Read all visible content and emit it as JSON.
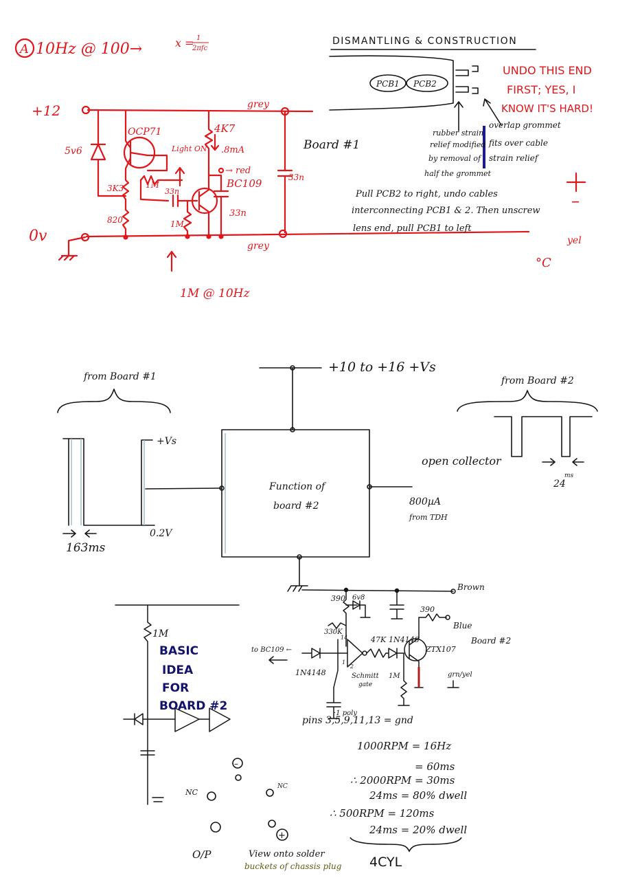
{
  "sheet1": {
    "title_marker": "A",
    "title_text": "10Hz @ 100→",
    "formula_lhs": "x =",
    "formula_num": "1",
    "formula_den": "2πfc",
    "supply_pos": "+12",
    "supply_zero": "0v",
    "zener": "5v6",
    "transistor1": "OCP71",
    "r_3k3": "3K3",
    "r_820": "820",
    "r_1m_a": "1M",
    "c_33n_a": "33n",
    "r_1m_b": "1M",
    "light_label": "Light ON",
    "r_4k7": "4K7",
    "current": ".8mA",
    "to_red": "→ red",
    "transistor2": "BC109",
    "c_33n_b": "33n",
    "c_33n_c": "33n",
    "wire_grey_top": "grey",
    "wire_grey_bottom": "grey",
    "board": "Board #1",
    "bottom_note": "1M @ 10Hz"
  },
  "dismantling": {
    "title": "DISMANTLING & CONSTRUCTION",
    "pcb1": "PCB1",
    "pcb2": "PCB2",
    "undo_line1": "UNDO THIS END",
    "undo_line2": "FIRST; YES, I",
    "undo_line3": "KNOW IT'S HARD!",
    "rubber_line1": "rubber strain",
    "rubber_line2": "relief modified",
    "rubber_line3": "by removal of",
    "rubber_line4": "half the grommet",
    "overlap_line1": "overlap grommet",
    "overlap_line2": "fits over cable",
    "overlap_line3": "strain relief",
    "pull_line1": "Pull PCB2 to right, undo cables",
    "pull_line2": "interconnecting PCB1 & 2. Then unscrew",
    "pull_line3": "lens end, pull PCB1 to left",
    "margin_plus": "+",
    "margin_minus": "–",
    "margin_yel": "yel",
    "margin_c": "°C"
  },
  "block": {
    "supply": "+10 to +16 +Vs",
    "from_board1": "from Board #1",
    "plus_vs": "+Vs",
    "low_v": "0.2V",
    "period": "163ms",
    "function_line1": "Function of",
    "function_line2": "board #2",
    "from_board2": "from Board #2",
    "open_collector": "open collector",
    "pulse_width": "24",
    "pulse_unit": "ms",
    "current_line1": "800µA",
    "current_line2": "from TDH"
  },
  "board2": {
    "brown": "Brown",
    "r_390a": "390",
    "zener": "6v8",
    "r_330k": "330K",
    "pin14": "14",
    "to_bc109": "to BC109 ←",
    "diode_in": "1N4148",
    "r_47k": "47K",
    "diode_mid": "1N4148",
    "schmitt_line1": "Schmitt",
    "schmitt_line2": "gate",
    "r_1m": "1M",
    "poly": "·1 poly",
    "pin_a": "1",
    "pin_b": "2",
    "r_390b": "390",
    "blue": "Blue",
    "board": "Board #2",
    "transistor": "ZTX107",
    "gnd_wire": "grn/yel",
    "pins_note": "pins 3,5,9,11,13 = gnd",
    "basic_idea_1": "BASIC",
    "basic_idea_2": "IDEA",
    "basic_idea_3": "FOR",
    "basic_idea_4": "BOARD #2",
    "r_1m_basic": "1M"
  },
  "rpm": {
    "line1": "1000RPM = 16Hz",
    "line2": "= 60ms",
    "line3": "∴ 2000RPM = 30ms",
    "line4": "24ms = 80% dwell",
    "line5": "∴ 500RPM = 120ms",
    "line6": "24ms = 20% dwell",
    "cyl": "4CYL"
  },
  "plug": {
    "minus": "–",
    "nc1": "NC",
    "nc2": "NC",
    "plus": "+",
    "op": "O/P",
    "view_line1": "View onto solder",
    "view_line2": "buckets of chassis plug"
  }
}
